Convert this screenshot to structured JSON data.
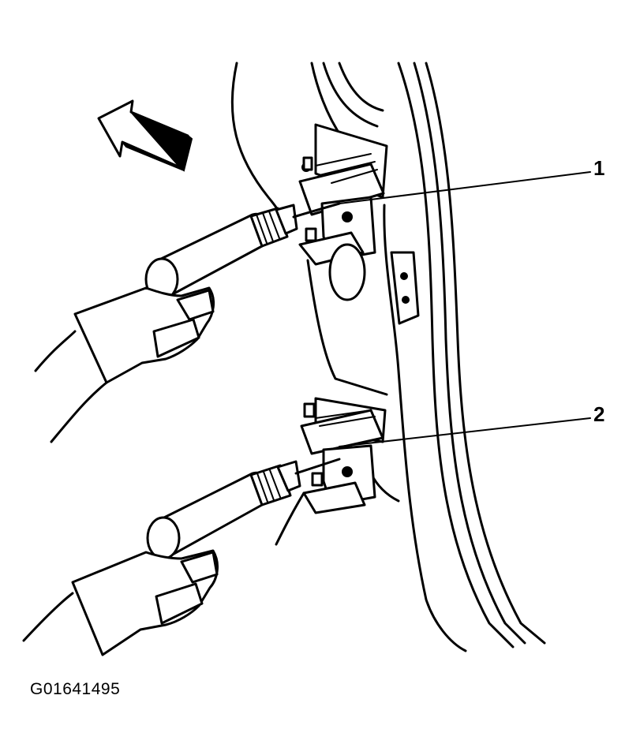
{
  "figure": {
    "id_label": "G01641495"
  },
  "callouts": [
    {
      "number": "1"
    },
    {
      "number": "2"
    }
  ],
  "icons": {
    "direction_arrow": "forward-arrow-icon"
  }
}
